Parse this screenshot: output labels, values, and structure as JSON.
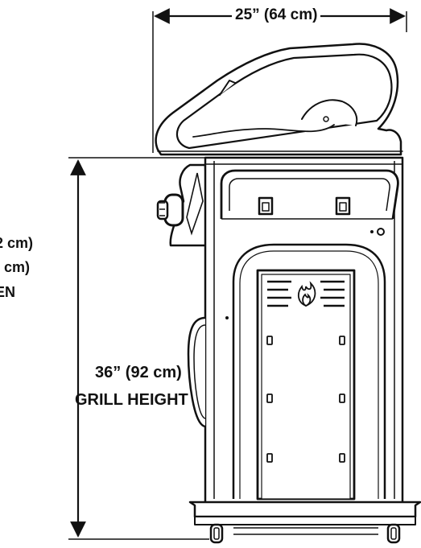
{
  "dimensions": {
    "width_label": "25” (64 cm)",
    "height_value": "36” (92 cm)",
    "height_caption": "GRILL HEIGHT",
    "cut_labels": [
      "2 cm)",
      ") cm)",
      "EN"
    ]
  },
  "colors": {
    "ink": "#111111",
    "background": "#ffffff"
  },
  "icons": {
    "logo": "flame-logo-icon"
  }
}
